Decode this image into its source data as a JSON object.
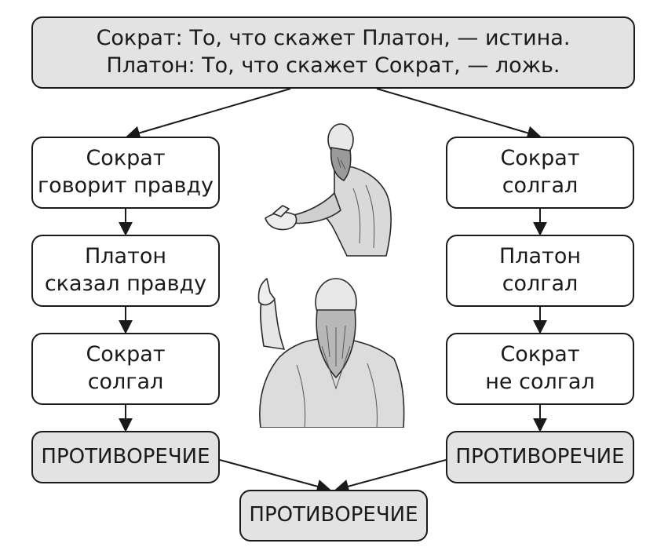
{
  "top_box": {
    "line1": "Сократ: То, что скажет Платон, — истина.",
    "line2": "Платон: То, что скажет Сократ, — ложь."
  },
  "left_column": [
    {
      "line1": "Сократ",
      "line2": "говорит правду"
    },
    {
      "line1": "Платон",
      "line2": "сказал правду"
    },
    {
      "line1": "Сократ",
      "line2": "солгал"
    }
  ],
  "right_column": [
    {
      "line1": "Сократ",
      "line2": "солгал"
    },
    {
      "line1": "Платон",
      "line2": "солгал"
    },
    {
      "line1": "Сократ",
      "line2": "не солгал"
    }
  ],
  "left_result": "ПРОТИВОРЕЧИЕ",
  "right_result": "ПРОТИВОРЕЧИЕ",
  "final_result": "ПРОТИВОРЕЧИЕ",
  "colors": {
    "box_fill": "#ffffff",
    "highlight_fill": "#e3e3e3",
    "stroke": "#1a1a1a"
  },
  "images": [
    "socrates-engraving",
    "plato-engraving"
  ]
}
